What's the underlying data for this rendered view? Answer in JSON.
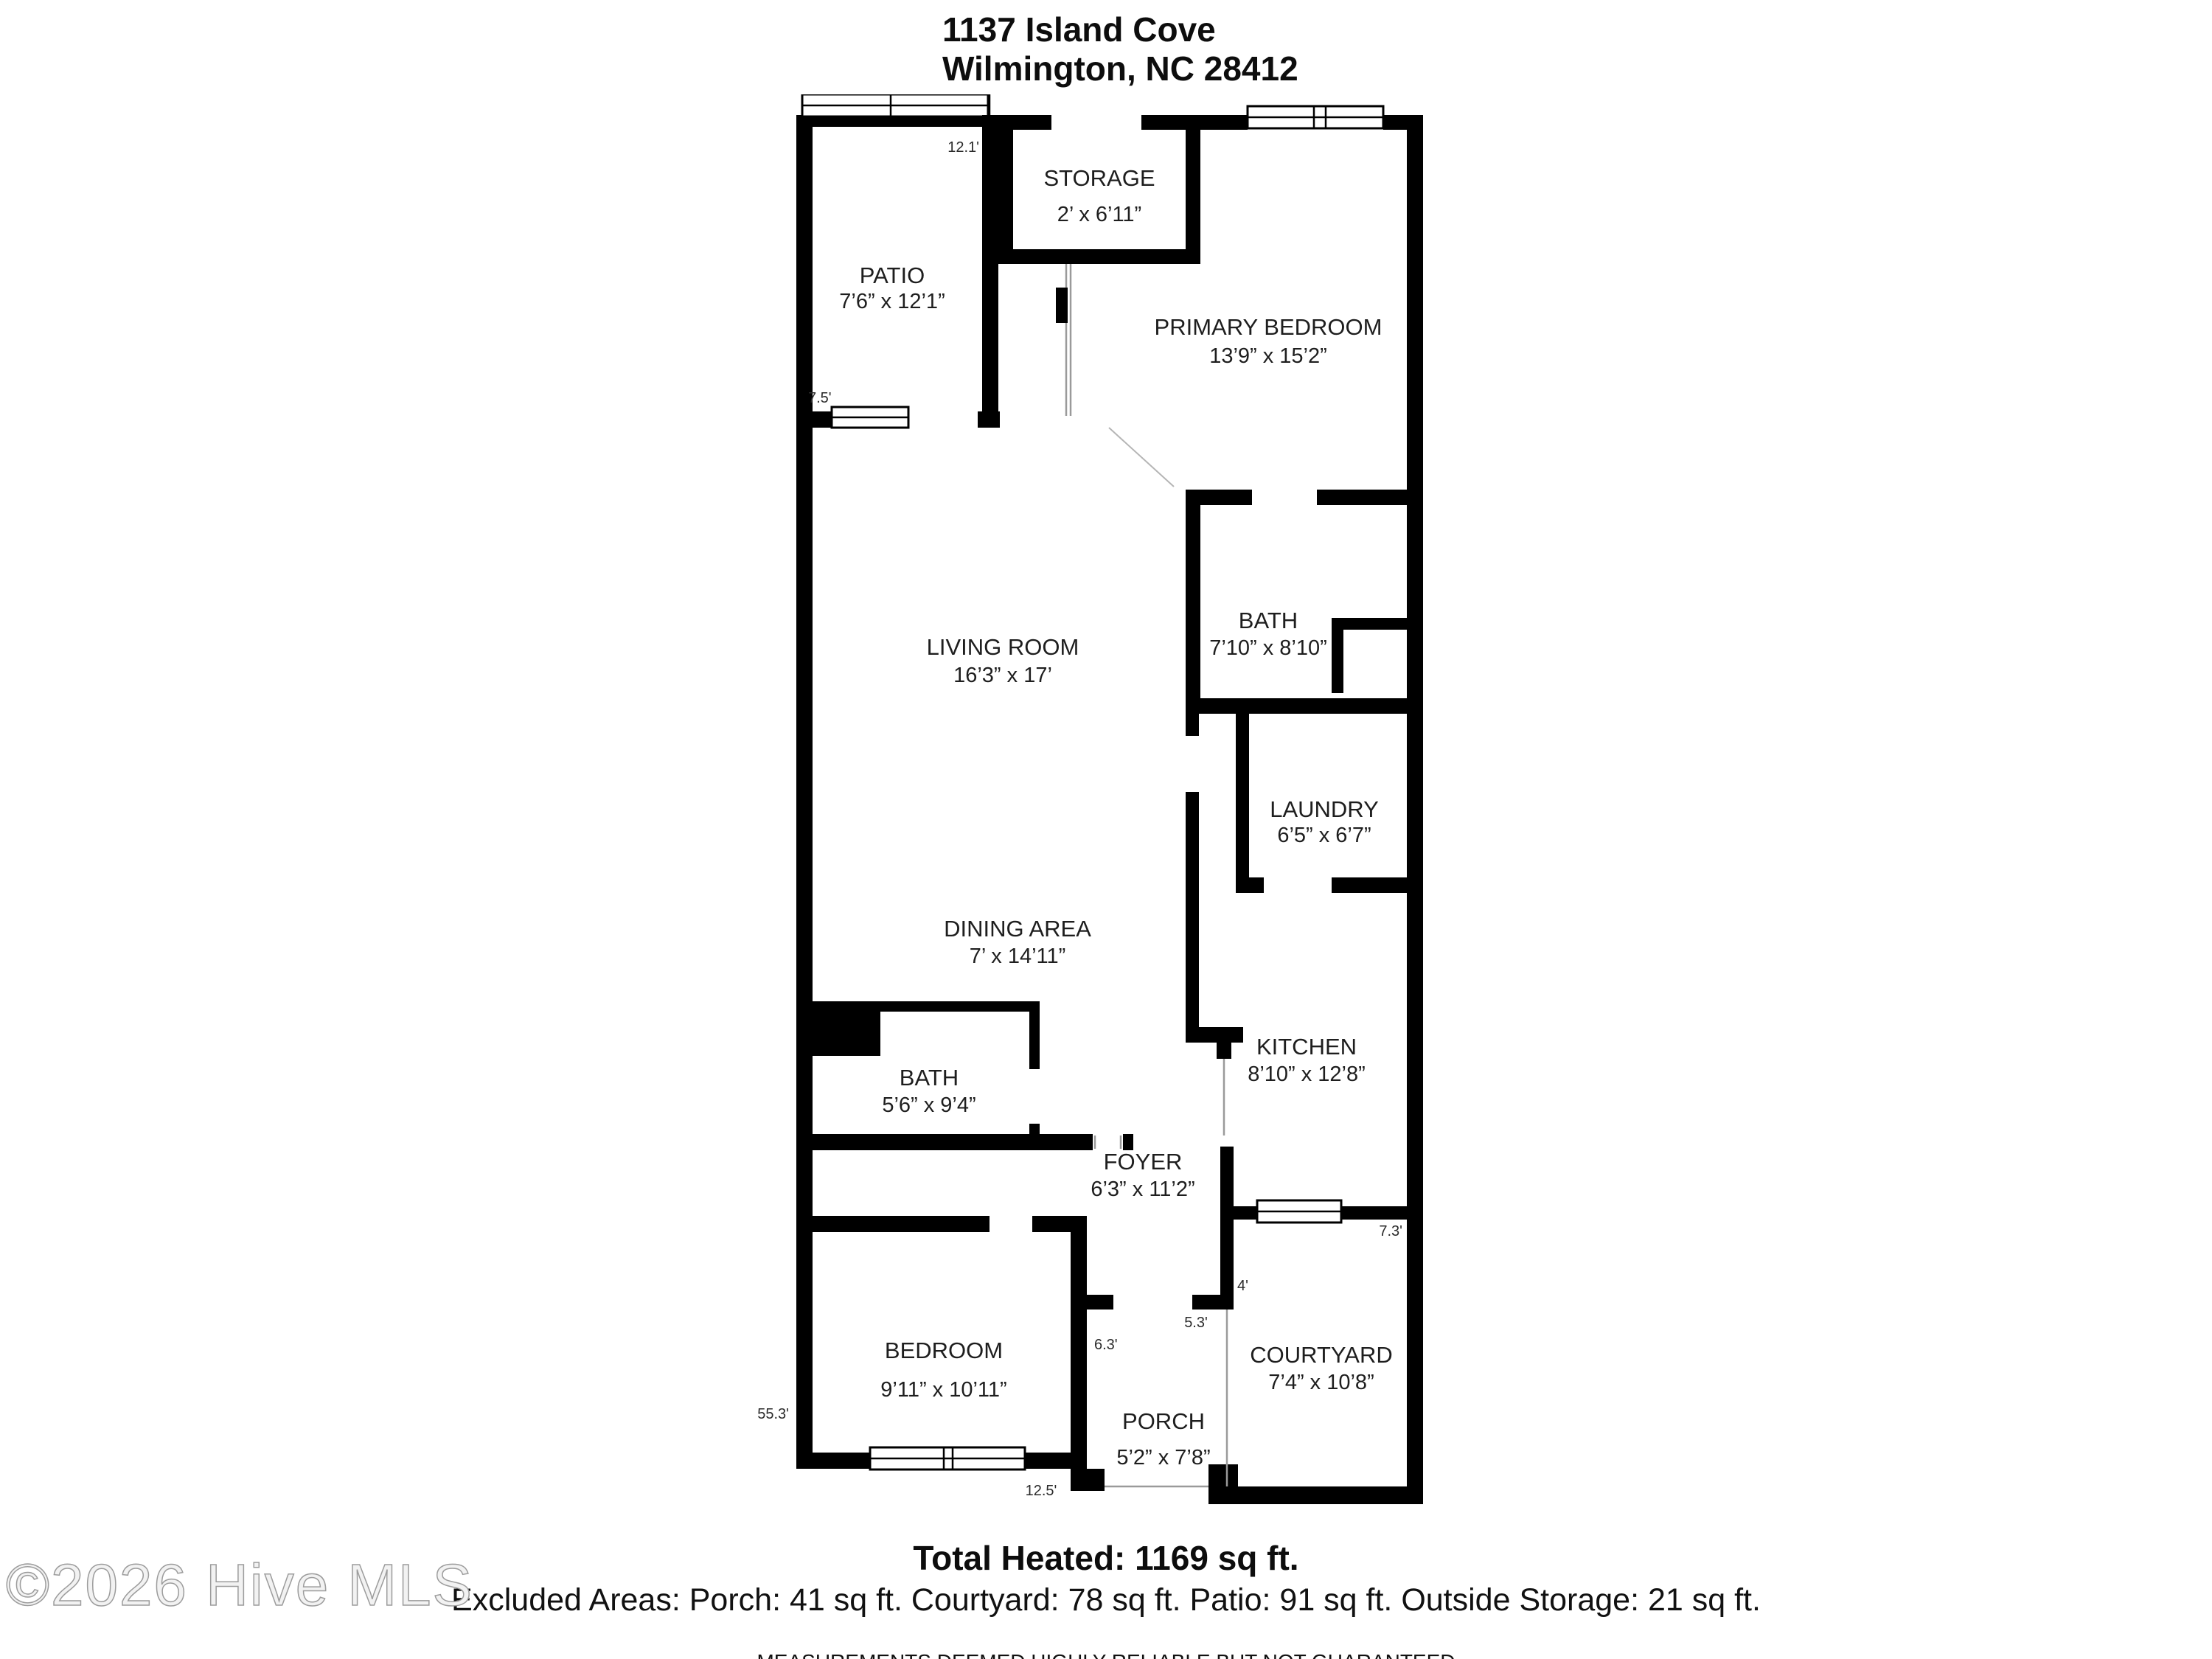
{
  "title": {
    "line1": "1137 Island Cove",
    "line2": "Wilmington, NC 28412"
  },
  "rooms": {
    "patio": {
      "name": "PATIO",
      "dims": "7’6” x 12’1”"
    },
    "storage": {
      "name": "STORAGE",
      "dims": "2’ x 6’11”"
    },
    "primary_bedroom": {
      "name": "PRIMARY BEDROOM",
      "dims": "13’9” x 15’2”"
    },
    "living_room": {
      "name": "LIVING ROOM",
      "dims": "16’3” x 17’"
    },
    "bath_upper": {
      "name": "BATH",
      "dims": "7’10” x 8’10”"
    },
    "laundry": {
      "name": "LAUNDRY",
      "dims": "6’5” x 6’7”"
    },
    "dining_area": {
      "name": "DINING AREA",
      "dims": "7’ x 14’11”"
    },
    "kitchen": {
      "name": "KITCHEN",
      "dims": "8’10” x 12’8”"
    },
    "bath_lower": {
      "name": "BATH",
      "dims": "5’6” x 9’4”"
    },
    "foyer": {
      "name": "FOYER",
      "dims": "6’3” x 11’2”"
    },
    "bedroom": {
      "name": "BEDROOM",
      "dims": "9’11” x 10’11”"
    },
    "porch": {
      "name": "PORCH",
      "dims": "5’2” x 7’8”"
    },
    "courtyard": {
      "name": "COURTYARD",
      "dims": "7’4” x 10’8”"
    }
  },
  "measurements": {
    "patio_top": "12.1'",
    "living_window": "7.5'",
    "left_side": "55.3'",
    "bedroom_bottom": "12.5'",
    "porch_top_left": "6.3'",
    "courtyard_divider_lower": "5.3'",
    "courtyard_divider_upper": "4'",
    "courtyard_right": "7.3'"
  },
  "footer": {
    "total_heated": "Total Heated: 1169 sq ft.",
    "excluded": "Excluded Areas: Porch: 41 sq ft. Courtyard: 78 sq ft. Patio: 91 sq ft. Outside Storage: 21 sq ft.",
    "disclaimer": "MEASUREMENTS DEEMED HIGHLY RELIABLE BUT NOT GUARANTEED"
  },
  "watermark": "©2026 Hive MLS",
  "colors": {
    "walls": "#000000",
    "background": "#ffffff",
    "open_boundary": "#9a9a9a"
  }
}
